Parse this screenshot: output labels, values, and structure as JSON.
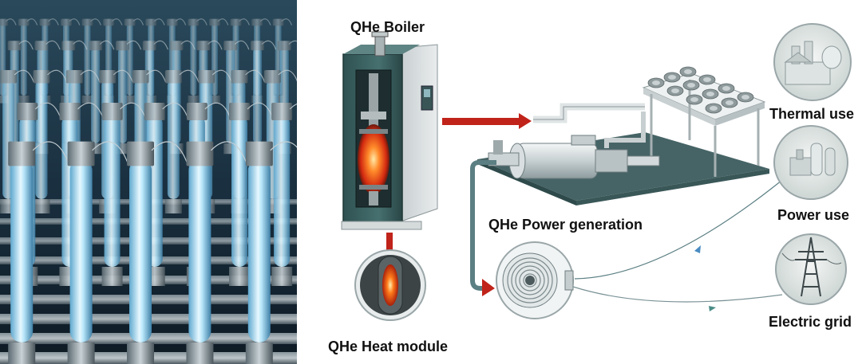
{
  "labels": {
    "boiler": "QHe Boiler",
    "heat_module": "QHe Heat module",
    "power_generation": "QHe Power generation",
    "thermal_use": "Thermal use",
    "power_use": "Power use",
    "electric_grid": "Electric grid"
  },
  "colors": {
    "flow_arrow": "#c0231a",
    "pipe": "#5b7f83",
    "cabinet": "#3e6364",
    "platform": "#466466",
    "heat_glow": "#ff5a1f",
    "tube_glow": "#9ad8f4",
    "line_blue": "#4a8cc2",
    "line_grey": "#7a9296"
  },
  "icons": {
    "boiler": "boiler-cabinet-icon",
    "heat_module": "heat-module-icon",
    "turbine": "turbine-generator-icon",
    "cooling": "cooling-fan-array-icon",
    "factory": "factory-icon",
    "power_plant": "power-plant-icon",
    "pylon": "power-pylon-icon"
  }
}
